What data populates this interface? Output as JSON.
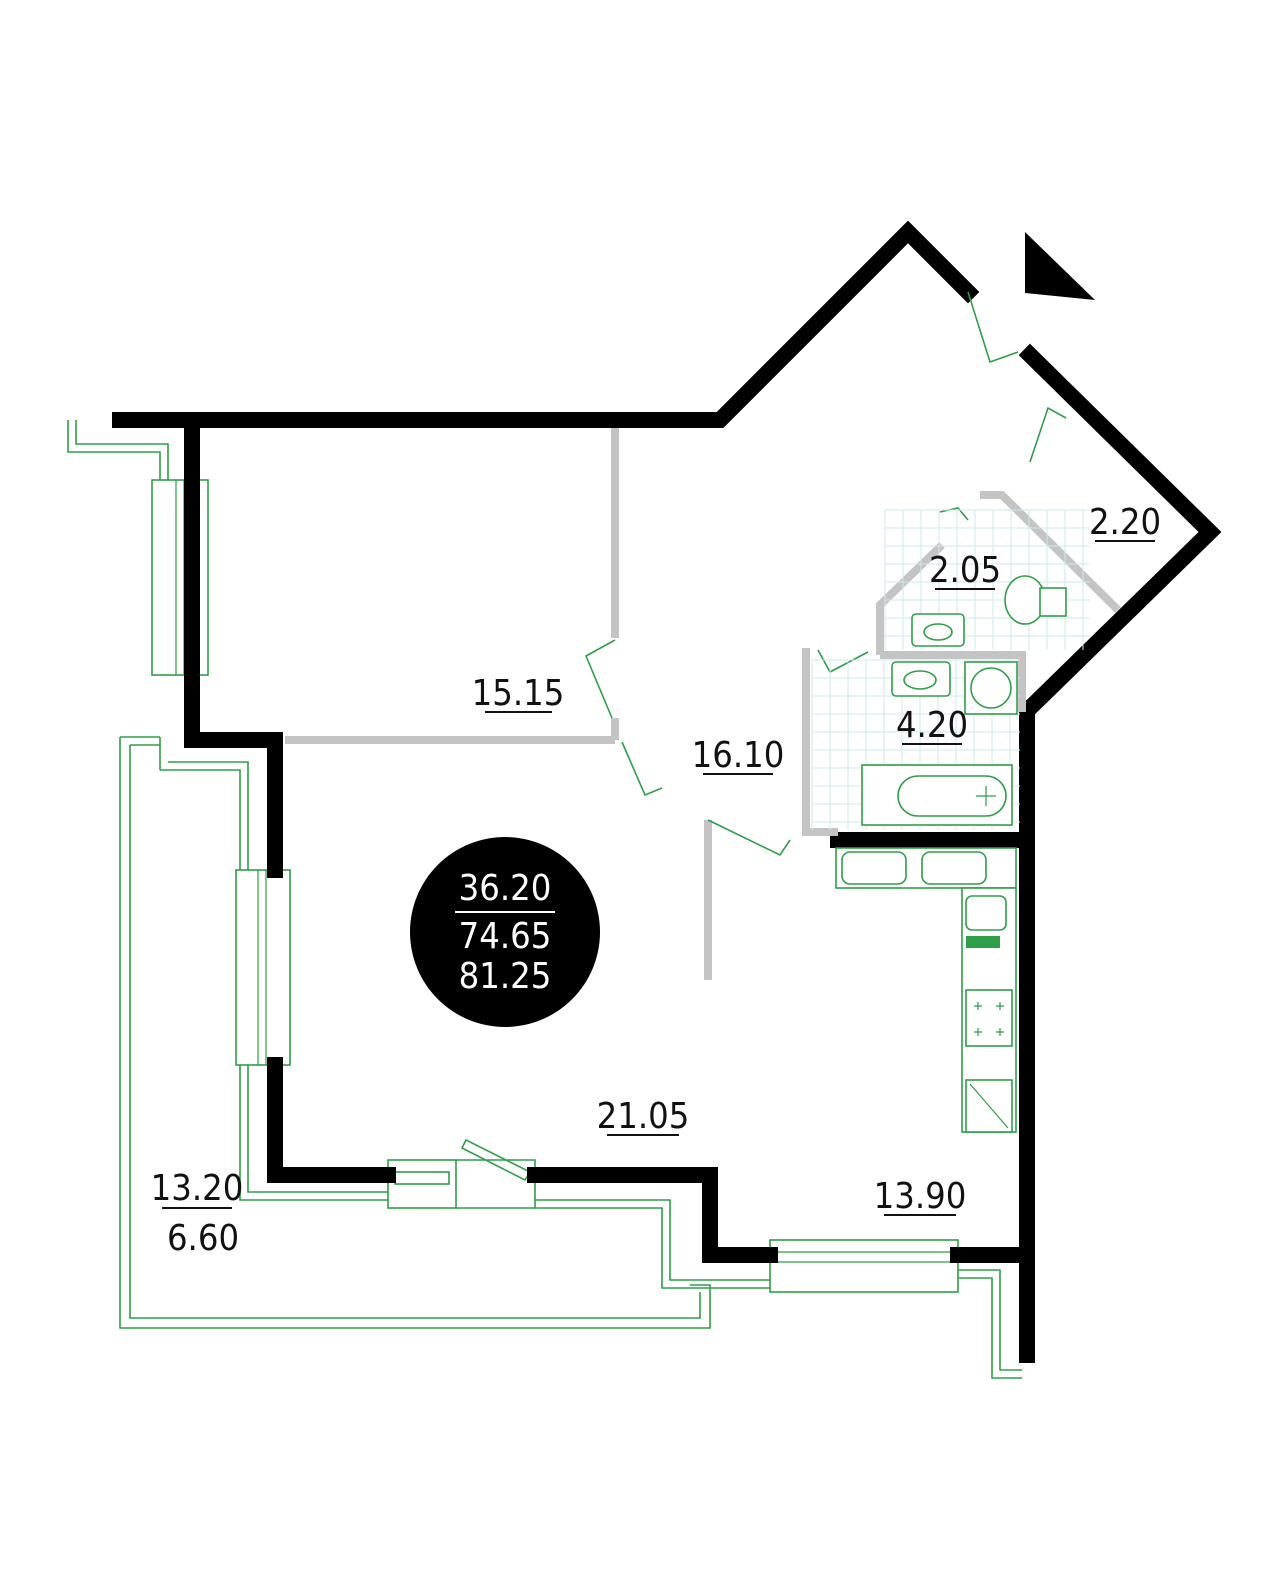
{
  "plan": {
    "summary": {
      "living_area": "36.20",
      "total_area": "74.65",
      "total_with_balcony": "81.25"
    },
    "rooms": [
      {
        "id": "bedroom",
        "area": "15.15"
      },
      {
        "id": "hall",
        "area": "16.10"
      },
      {
        "id": "bathroom",
        "area": "4.20"
      },
      {
        "id": "toilet",
        "area": "2.05"
      },
      {
        "id": "storage",
        "area": "2.20"
      },
      {
        "id": "living-room",
        "area": "21.05"
      },
      {
        "id": "kitchen",
        "area": "13.90"
      }
    ],
    "balcony": {
      "area": "13.20",
      "reduced_area": "6.60"
    }
  },
  "colors": {
    "wall": "#000000",
    "partition": "#c4c4c4",
    "fixture": "#2e9e48",
    "label": "#111111"
  }
}
